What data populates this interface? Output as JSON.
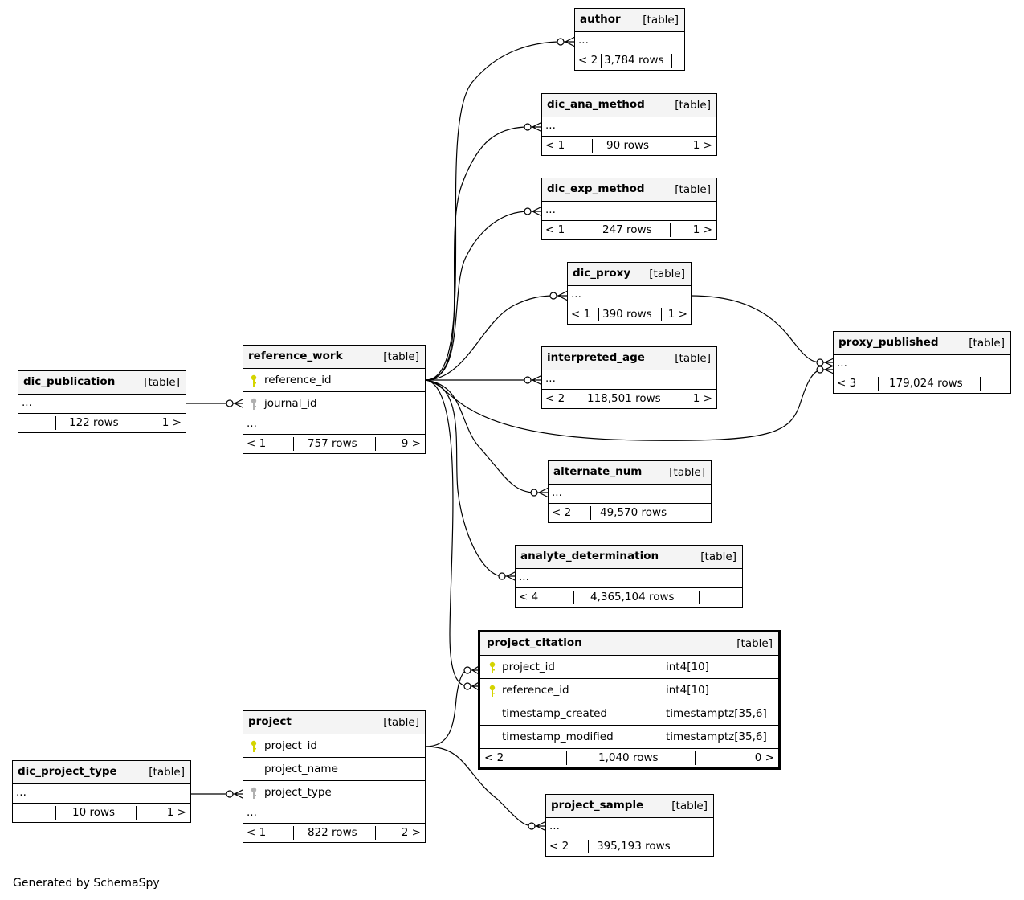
{
  "footer": {
    "generated_by": "Generated by SchemaSpy"
  },
  "tables": {
    "author": {
      "name": "author",
      "kind": "[table]",
      "ellipsis": "...",
      "parents": "< 2",
      "rows": "3,784 rows",
      "children": ""
    },
    "dic_ana_method": {
      "name": "dic_ana_method",
      "kind": "[table]",
      "ellipsis": "...",
      "parents": "< 1",
      "rows": "90 rows",
      "children": "1 >"
    },
    "dic_exp_method": {
      "name": "dic_exp_method",
      "kind": "[table]",
      "ellipsis": "...",
      "parents": "< 1",
      "rows": "247 rows",
      "children": "1 >"
    },
    "dic_proxy": {
      "name": "dic_proxy",
      "kind": "[table]",
      "ellipsis": "...",
      "parents": "< 1",
      "rows": "390 rows",
      "children": "1 >"
    },
    "interpreted_age": {
      "name": "interpreted_age",
      "kind": "[table]",
      "ellipsis": "...",
      "parents": "< 2",
      "rows": "118,501 rows",
      "children": "1 >"
    },
    "proxy_published": {
      "name": "proxy_published",
      "kind": "[table]",
      "ellipsis": "...",
      "parents": "< 3",
      "rows": "179,024 rows",
      "children": ""
    },
    "dic_publication": {
      "name": "dic_publication",
      "kind": "[table]",
      "ellipsis": "...",
      "parents": "",
      "rows": "122 rows",
      "children": "1 >"
    },
    "reference_work": {
      "name": "reference_work",
      "kind": "[table]",
      "col1": "reference_id",
      "col2": "journal_id",
      "ellipsis": "...",
      "parents": "< 1",
      "rows": "757 rows",
      "children": "9 >"
    },
    "alternate_num": {
      "name": "alternate_num",
      "kind": "[table]",
      "ellipsis": "...",
      "parents": "< 2",
      "rows": "49,570 rows",
      "children": ""
    },
    "analyte_determination": {
      "name": "analyte_determination",
      "kind": "[table]",
      "ellipsis": "...",
      "parents": "< 4",
      "rows": "4,365,104 rows",
      "children": ""
    },
    "project_citation": {
      "name": "project_citation",
      "kind": "[table]",
      "columns": [
        {
          "name": "project_id",
          "type": "int4[10]"
        },
        {
          "name": "reference_id",
          "type": "int4[10]"
        },
        {
          "name": "timestamp_created",
          "type": "timestamptz[35,6]"
        },
        {
          "name": "timestamp_modified",
          "type": "timestamptz[35,6]"
        }
      ],
      "parents": "< 2",
      "rows": "1,040 rows",
      "children": "0 >"
    },
    "project": {
      "name": "project",
      "kind": "[table]",
      "col1": "project_id",
      "col2": "project_name",
      "col3": "project_type",
      "ellipsis": "...",
      "parents": "< 1",
      "rows": "822 rows",
      "children": "2 >"
    },
    "dic_project_type": {
      "name": "dic_project_type",
      "kind": "[table]",
      "ellipsis": "...",
      "parents": "",
      "rows": "10 rows",
      "children": "1 >"
    },
    "project_sample": {
      "name": "project_sample",
      "kind": "[table]",
      "ellipsis": "...",
      "parents": "< 2",
      "rows": "395,193 rows",
      "children": ""
    }
  },
  "colors": {
    "primary_key": "#d4d400",
    "foreign_key": "#b0b0b0",
    "header_bg": "#f4f4f4"
  }
}
